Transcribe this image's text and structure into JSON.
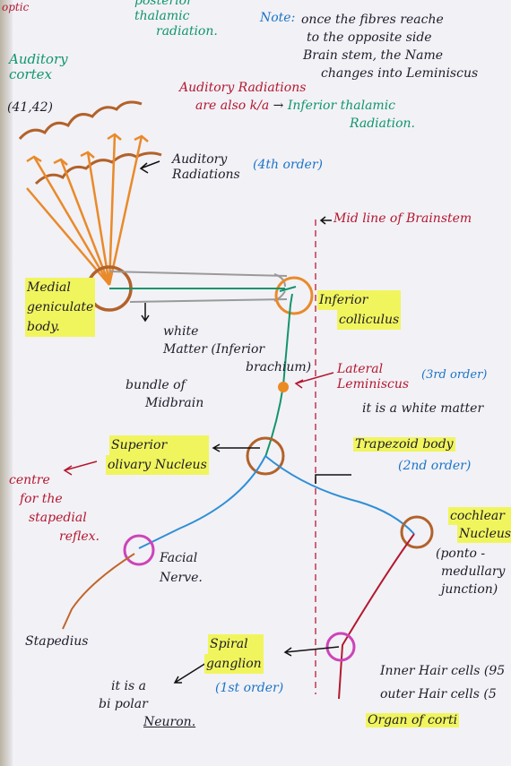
{
  "top": {
    "corner_text": "optic",
    "thalamic_line1": "posterior",
    "thalamic_line2": "thalamic",
    "thalamic_line3": "radiation."
  },
  "note": {
    "label": "Note:",
    "line1": "once the fibres reache",
    "line2": "to the opposite side",
    "line3": "Brain stem, the Name",
    "line4": "changes into Leminiscus"
  },
  "auditory_cortex": {
    "line1": "Auditory",
    "line2": "cortex",
    "areas": "(41,42)"
  },
  "radiations_note": {
    "line1": "Auditory Radiations",
    "line2a": "are also k/a",
    "arrow": "→",
    "line2b": "Inferior thalamic",
    "line3": "Radiation."
  },
  "auditory_radiations": {
    "line1": "Auditory",
    "line2": "Radiations",
    "order": "(4th order)"
  },
  "midline": {
    "label": "Mid line of Brainstem"
  },
  "medial_geniculate": {
    "line1": "Medial",
    "line2": "geniculate",
    "line3": "body."
  },
  "inferior_colliculus": {
    "line1": "Inferior",
    "line2": "colliculus"
  },
  "white_matter": {
    "line1": "white",
    "line2": "Matter (Inferior",
    "line3": "brachium)",
    "line4": "bundle of",
    "line5": "Midbrain"
  },
  "lateral_lemniscus": {
    "line1": "Lateral",
    "line2": "Leminiscus",
    "order": "(3rd order)"
  },
  "white_matter_note": "it is a white matter",
  "trapezoid": {
    "label": "Trapezoid body",
    "order": "(2nd order)"
  },
  "superior_olivary": {
    "line1": "Superior",
    "line2": "olivary Nucleus"
  },
  "stapedial": {
    "line1": "centre",
    "line2": "for the",
    "line3": "stapedial",
    "line4": "reflex."
  },
  "cochlear": {
    "line1": "cochlear",
    "line2": "Nucleus",
    "line3": "(ponto -",
    "line4": "medullary",
    "line5": "junction)"
  },
  "facial": {
    "line1": "Facial",
    "line2": "Nerve."
  },
  "stapedius": {
    "label": "Stapedius"
  },
  "spiral_ganglion": {
    "line1": "Spiral",
    "line2": "ganglion",
    "order": "(1st order)"
  },
  "bipolar": {
    "line1": "it is a",
    "line2": "bi polar",
    "line3": "Neuron."
  },
  "hair_cells": {
    "line1": "Inner Hair cells (95",
    "line2": "outer Hair cells (5"
  },
  "organ": {
    "label": "Organ of corti"
  },
  "colors": {
    "orange": "#e98a2a",
    "brown": "#b2622a",
    "green": "#14946b",
    "blue": "#2f8fd6",
    "red": "#b3182f",
    "magenta": "#cc44b8",
    "highlight": "#f1f55d"
  }
}
